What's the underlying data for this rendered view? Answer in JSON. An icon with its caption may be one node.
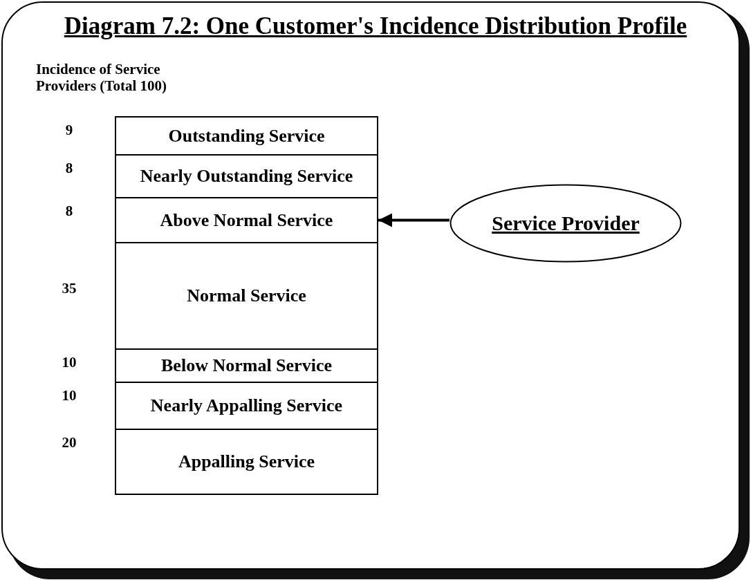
{
  "diagram": {
    "title": "Diagram 7.2: One Customer's Incidence Distribution Profile",
    "nodes": [
      {
        "text": [
          "Outstanding Service"
        ],
        "beside": [
          "9"
        ]
      },
      {
        "text": [
          "Nearly Outstanding Service"
        ],
        "beside": [
          "8"
        ]
      },
      {
        "text": [
          "Above Normal Service"
        ],
        "beside": [
          "8"
        ]
      },
      {
        "text": [
          "Normal Service"
        ],
        "beside": [
          "35"
        ]
      },
      {
        "text": [
          "Below Normal Service"
        ],
        "beside": [
          "10"
        ]
      },
      {
        "text": [
          "Nearly Appalling Service"
        ],
        "beside": [
          "10"
        ]
      },
      {
        "text": [
          "Appalling Service"
        ],
        "beside": [
          "20"
        ]
      },
      {
        "text": [
          "Service Provider"
        ]
      }
    ],
    "edges": [
      {
        "from": 7,
        "to": 2,
        "arrow": "to"
      }
    ],
    "labels": [
      "Incidence of Service Providers (Total 100)"
    ]
  }
}
